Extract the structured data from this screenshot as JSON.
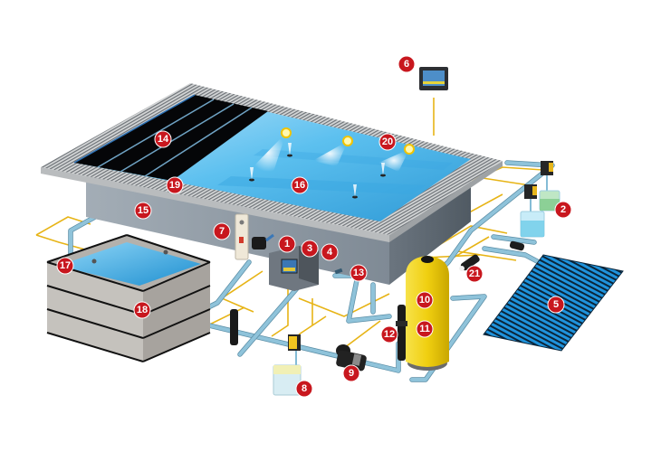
{
  "diagram": {
    "colors": {
      "marker": "#c8171e",
      "water": "#4fb3e8",
      "pipe": "#8fc3da",
      "wire": "#e7b416",
      "basin_wall": "#8d98a3",
      "grating": "#c9cbcc",
      "filter_tank": "#f2d31a",
      "solar_mat": "#1e90d6"
    },
    "markers": [
      {
        "id": "m1",
        "number": "1",
        "component": "control-unit"
      },
      {
        "id": "m2",
        "number": "2",
        "component": "chemical-canisters"
      },
      {
        "id": "m3",
        "number": "3",
        "component": "control-unit"
      },
      {
        "id": "m4",
        "number": "4",
        "component": "control-unit"
      },
      {
        "id": "m5",
        "number": "5",
        "component": "solar-absorber-mat"
      },
      {
        "id": "m6",
        "number": "6",
        "component": "touch-panel"
      },
      {
        "id": "m7",
        "number": "7",
        "component": "measuring-cell"
      },
      {
        "id": "m8",
        "number": "8",
        "component": "flocculant-canister"
      },
      {
        "id": "m9",
        "number": "9",
        "component": "circulation-pump"
      },
      {
        "id": "m10",
        "number": "10",
        "component": "filter-tank"
      },
      {
        "id": "m11",
        "number": "11",
        "component": "filter-tank"
      },
      {
        "id": "m12",
        "number": "12",
        "component": "backwash-valve"
      },
      {
        "id": "m13",
        "number": "13",
        "component": "inlet-nozzle"
      },
      {
        "id": "m14",
        "number": "14",
        "component": "pool-cover"
      },
      {
        "id": "m15",
        "number": "15",
        "component": "pool-wall"
      },
      {
        "id": "m16",
        "number": "16",
        "component": "pool-water"
      },
      {
        "id": "m17",
        "number": "17",
        "component": "overflow-tank"
      },
      {
        "id": "m18",
        "number": "18",
        "component": "overflow-tank"
      },
      {
        "id": "m19",
        "number": "19",
        "component": "overflow-grating"
      },
      {
        "id": "m20",
        "number": "20",
        "component": "underwater-lights"
      },
      {
        "id": "m21",
        "number": "21",
        "component": "heat-exchanger"
      }
    ]
  }
}
